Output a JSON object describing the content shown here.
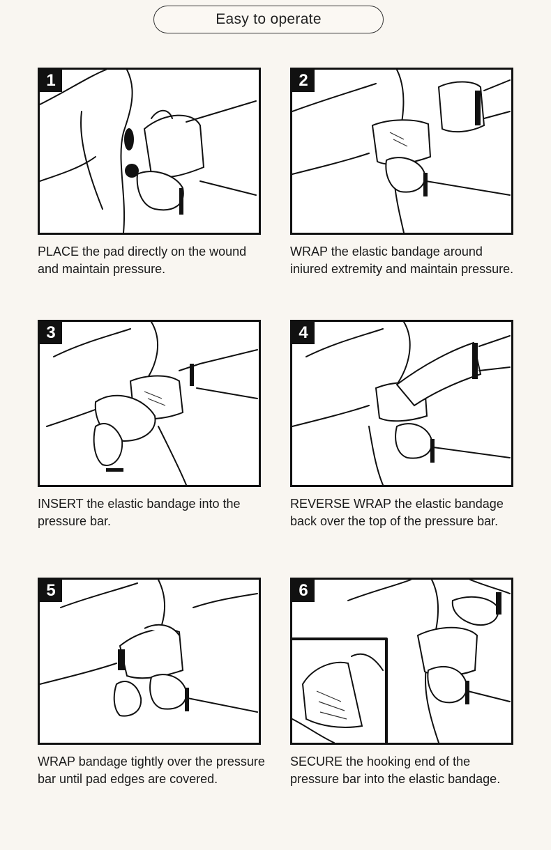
{
  "header": {
    "title": "Easy to operate"
  },
  "steps": [
    {
      "number": "1",
      "keyword": "PLACE",
      "text": " the pad directly on the wound and maintain pressure."
    },
    {
      "number": "2",
      "keyword": "WRAP",
      "text": " the elastic bandage around iniured extremity and maintain pressure."
    },
    {
      "number": "3",
      "keyword": "INSERT",
      "text": " the elastic bandage into the pressure bar."
    },
    {
      "number": "4",
      "keyword": "REVERSE WRAP",
      "text": " the elastic bandage back over the top of the pressure bar."
    },
    {
      "number": "5",
      "keyword": "WRAP",
      "text": " bandage tightly over the pressure bar until pad edges are covered."
    },
    {
      "number": "6",
      "keyword": "SECURE",
      "text": " the hooking end of the pressure bar into the elastic bandage."
    }
  ]
}
